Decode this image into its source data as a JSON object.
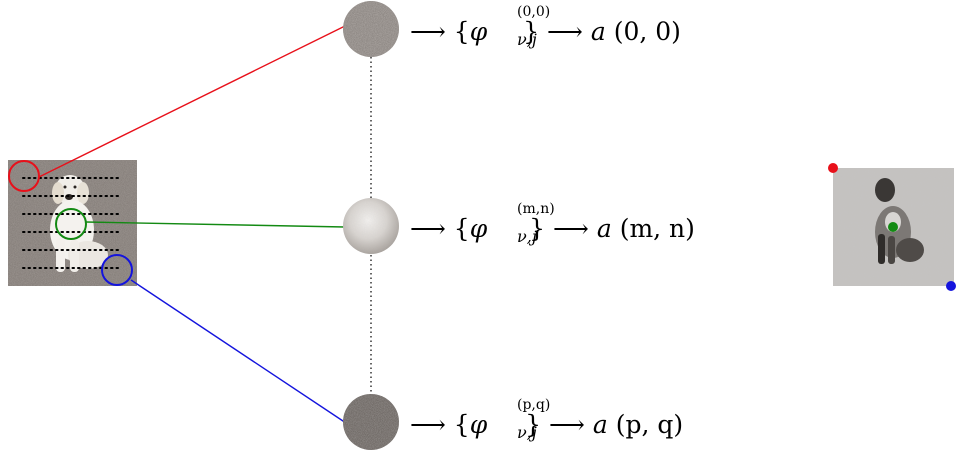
{
  "colors": {
    "red": "#e8101a",
    "green": "#138a13",
    "blue": "#1414dd",
    "dotted": "#000000"
  },
  "rows": [
    {
      "sup": "(0,0)",
      "sub": "ν,j",
      "phi": "φ",
      "arrow": "⟶",
      "result_var": "a",
      "result_args": "(0, 0)"
    },
    {
      "sup": "(m,n)",
      "sub": "ν,j",
      "phi": "φ",
      "arrow": "⟶",
      "result_var": "a",
      "result_args": "(m, n)"
    },
    {
      "sup": "(p,q)",
      "sub": "ν,j",
      "phi": "φ",
      "arrow": "⟶",
      "result_var": "a",
      "result_args": "(p, q)"
    }
  ]
}
